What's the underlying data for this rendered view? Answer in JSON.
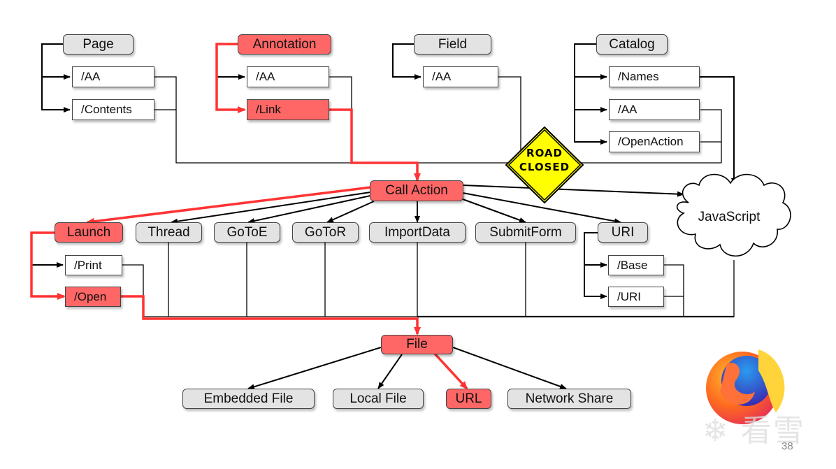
{
  "slide": {
    "page_number": "38",
    "watermark": "❄ 看雪",
    "colors": {
      "highlight": "#ff6666",
      "path": "#ff3333",
      "neutral": "#e3e3e3",
      "sign": "#ffff00"
    }
  },
  "top_sources": {
    "page": {
      "label": "Page",
      "keys": [
        "/AA",
        "/Contents"
      ]
    },
    "annotation": {
      "label": "Annotation",
      "keys": [
        "/AA",
        "/Link"
      ]
    },
    "field": {
      "label": "Field",
      "keys": [
        "/AA"
      ]
    },
    "catalog": {
      "label": "Catalog",
      "keys": [
        "/Names",
        "/AA",
        "/OpenAction"
      ]
    }
  },
  "road_sign": {
    "line1": "ROAD",
    "line2": "CLOSED",
    "icon": "road-closed-sign"
  },
  "call_action": {
    "label": "Call Action"
  },
  "javascript": {
    "label": "JavaScript",
    "icon": "cloud"
  },
  "actions": [
    {
      "label": "Launch",
      "highlighted": true
    },
    {
      "label": "Thread",
      "highlighted": false
    },
    {
      "label": "GoToE",
      "highlighted": false
    },
    {
      "label": "GoToR",
      "highlighted": false
    },
    {
      "label": "ImportData",
      "highlighted": false
    },
    {
      "label": "SubmitForm",
      "highlighted": false
    },
    {
      "label": "URI",
      "highlighted": false
    }
  ],
  "launch_keys": [
    "/Print",
    "/Open"
  ],
  "uri_keys": [
    "/Base",
    "/URI"
  ],
  "file": {
    "label": "File"
  },
  "file_targets": [
    {
      "label": "Embedded File",
      "highlighted": false
    },
    {
      "label": "Local File",
      "highlighted": false
    },
    {
      "label": "URL",
      "highlighted": true
    },
    {
      "label": "Network Share",
      "highlighted": false
    }
  ],
  "logo": {
    "icon": "firefox-logo"
  }
}
